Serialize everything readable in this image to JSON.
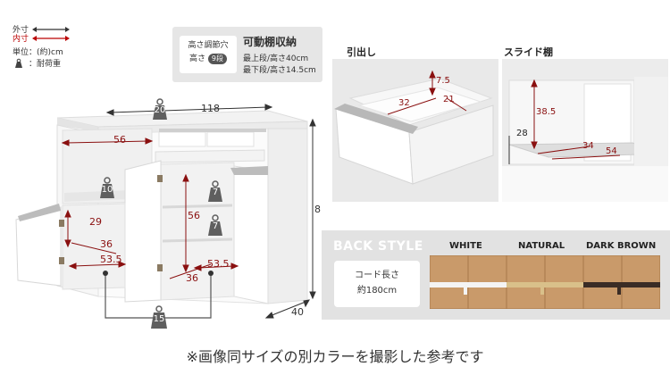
{
  "legend": {
    "outer_label": "外寸",
    "inner_label": "内寸",
    "unit_label": "単位：(約)cm",
    "load_label": "：耐荷重"
  },
  "shelf_note": {
    "hole_line1": "高さ調節穴",
    "hole_line2_prefix": "高さ",
    "hole_badge": "9段",
    "title": "可動棚収納",
    "top_shelf": "最上段/高さ40cm",
    "bottom_shelf": "最下段/高さ14.5cm"
  },
  "main_dims": {
    "width": "118",
    "height": "8",
    "depth": "40",
    "top_load": "20",
    "left_inner_width": "56",
    "left_shelf_load": "10",
    "left_door_h": "29",
    "left_door_d": "36",
    "left_door_w": "53.5",
    "center_h": "56",
    "right_load_upper": "7",
    "right_load_lower": "7",
    "right_door_d": "36",
    "right_door_w": "53.5",
    "bottom_load": "15"
  },
  "drawer": {
    "caption": "引出し",
    "height": "7.5",
    "width": "32",
    "depth": "21"
  },
  "slide": {
    "caption": "スライド棚",
    "height": "38.5",
    "h2": "28",
    "width": "34",
    "depth": "54"
  },
  "back_style": {
    "title": "BACK STYLE",
    "cord_line1": "コード長さ",
    "cord_line2": "約180cm",
    "colors": [
      {
        "name": "WHITE",
        "body": "#c99a6a",
        "handle": "#f4f4f4"
      },
      {
        "name": "NATURAL",
        "body": "#c99a6a",
        "handle": "#d9c08a"
      },
      {
        "name": "DARK BROWN",
        "body": "#c99a6a",
        "handle": "#3a2c25"
      }
    ]
  },
  "footer": "※画像同サイズの別カラーを撮影した参考です",
  "colors": {
    "dim_line": "#8a1010",
    "weight_icon": "#5f5f5f",
    "panel_gray": "#e2e2e2"
  }
}
